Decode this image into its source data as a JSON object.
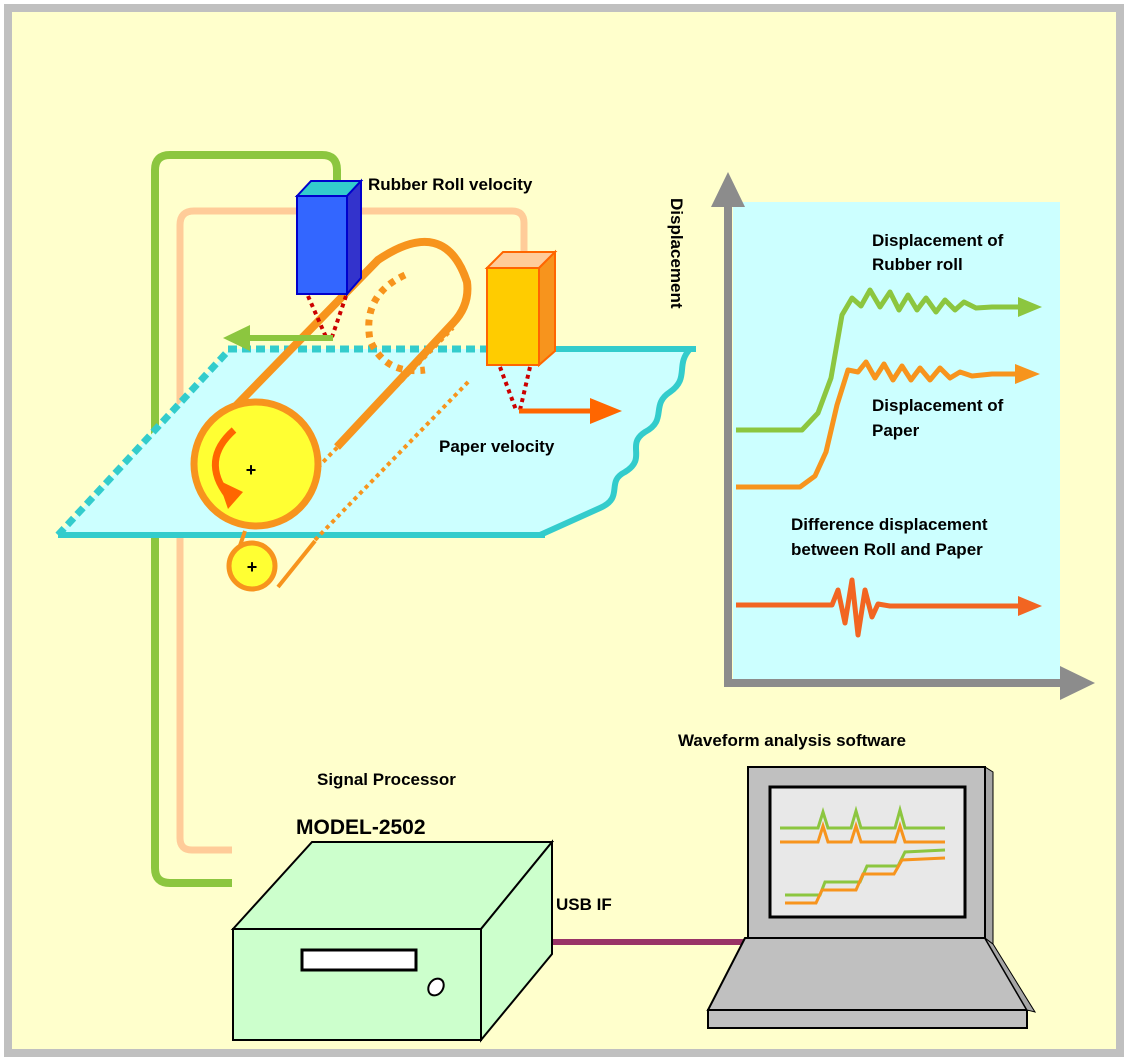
{
  "labels": {
    "rubber_roll_velocity": "Rubber Roll velocity",
    "paper_velocity": "Paper velocity",
    "signal_processor": "Signal Processor",
    "model": "MODEL-2502",
    "usb_if": "USB IF",
    "waveform_software": "Waveform analysis software"
  },
  "graph": {
    "y_axis_label": "Displacement",
    "traces": [
      {
        "lines": [
          "Displacement of",
          "Rubber roll"
        ],
        "color": "#8cc63f"
      },
      {
        "lines": [
          "Displacement of",
          "Paper"
        ],
        "color": "#f7941d"
      },
      {
        "lines": [
          "Difference  displacement",
          "between Roll and Paper"
        ],
        "color": "#f26522"
      }
    ]
  },
  "colors": {
    "background": "#ffffcc",
    "border": "#c0c0c0",
    "paper_sheet": "#ccffff",
    "paper_edge": "#33cccc",
    "roll_fill": "#ffff33",
    "belt_orange": "#f7941d",
    "arrow_orange": "#ff6600",
    "green_cable": "#8cc63f",
    "peach_cable": "#ffcc99",
    "blue_sensor": "#3366ff",
    "yellow_sensor": "#ffcc00",
    "processor_box": "#ccffcc",
    "usb_cable": "#993366",
    "laptop": "#c0c0c0"
  }
}
